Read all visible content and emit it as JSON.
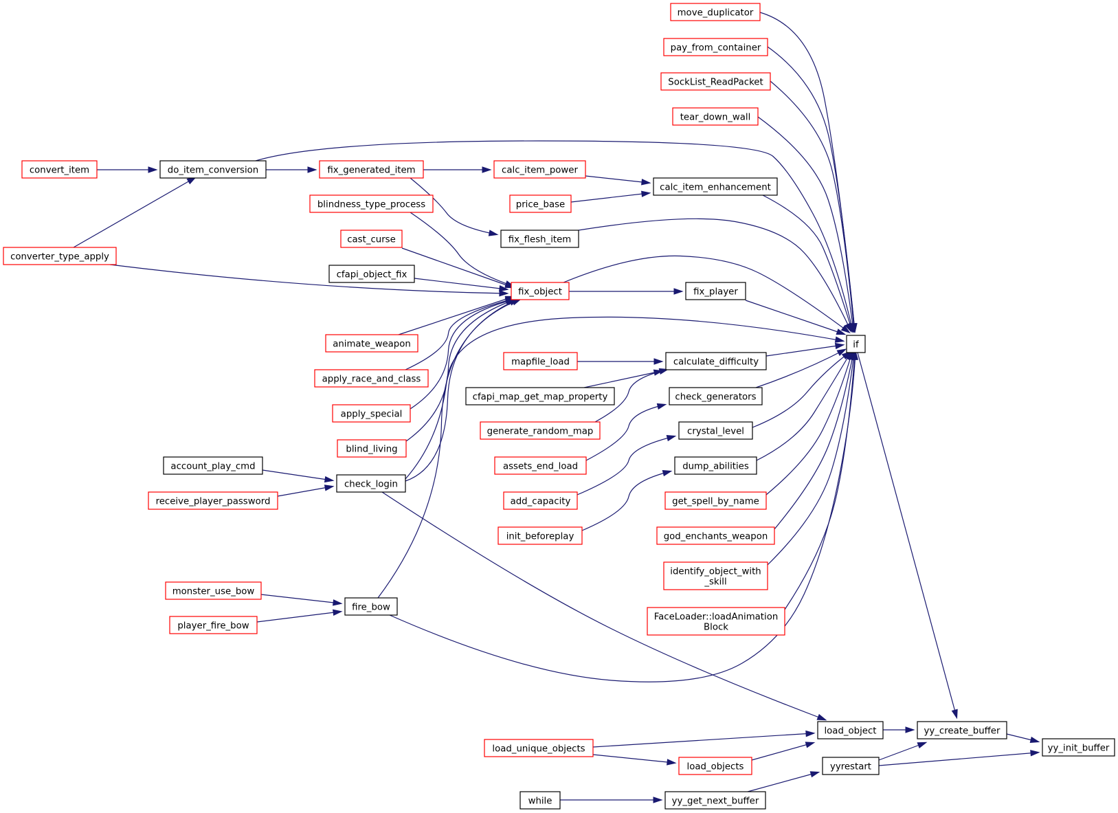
{
  "diagram": {
    "nodes": [
      {
        "id": "yy_init_buffer",
        "lines": [
          "yy_init_buffer"
        ],
        "style": "focus"
      },
      {
        "id": "yy_create_buffer",
        "lines": [
          "yy_create_buffer"
        ],
        "style": "black"
      },
      {
        "id": "yyrestart",
        "lines": [
          "yyrestart"
        ],
        "style": "black"
      },
      {
        "id": "load_object",
        "lines": [
          "load_object"
        ],
        "style": "black"
      },
      {
        "id": "if",
        "lines": [
          "if"
        ],
        "style": "black"
      },
      {
        "id": "yy_get_next_buffer",
        "lines": [
          "yy_get_next_buffer"
        ],
        "style": "black"
      },
      {
        "id": "while",
        "lines": [
          "while"
        ],
        "style": "black"
      },
      {
        "id": "load_objects",
        "lines": [
          "load_objects"
        ],
        "style": "red"
      },
      {
        "id": "load_unique_objects",
        "lines": [
          "load_unique_objects"
        ],
        "style": "red"
      },
      {
        "id": "move_duplicator",
        "lines": [
          "move_duplicator"
        ],
        "style": "red"
      },
      {
        "id": "pay_from_container",
        "lines": [
          "pay_from_container"
        ],
        "style": "red"
      },
      {
        "id": "SockList_ReadPacket",
        "lines": [
          "SockList_ReadPacket"
        ],
        "style": "red"
      },
      {
        "id": "tear_down_wall",
        "lines": [
          "tear_down_wall"
        ],
        "style": "red"
      },
      {
        "id": "calc_item_enhancement",
        "lines": [
          "calc_item_enhancement"
        ],
        "style": "black"
      },
      {
        "id": "fix_flesh_item",
        "lines": [
          "fix_flesh_item"
        ],
        "style": "black"
      },
      {
        "id": "fix_player",
        "lines": [
          "fix_player"
        ],
        "style": "black"
      },
      {
        "id": "calculate_difficulty",
        "lines": [
          "calculate_difficulty"
        ],
        "style": "black"
      },
      {
        "id": "check_generators",
        "lines": [
          "check_generators"
        ],
        "style": "black"
      },
      {
        "id": "crystal_level",
        "lines": [
          "crystal_level"
        ],
        "style": "black"
      },
      {
        "id": "dump_abilities",
        "lines": [
          "dump_abilities"
        ],
        "style": "black"
      },
      {
        "id": "get_spell_by_name",
        "lines": [
          "get_spell_by_name"
        ],
        "style": "red"
      },
      {
        "id": "god_enchants_weapon",
        "lines": [
          "god_enchants_weapon"
        ],
        "style": "red"
      },
      {
        "id": "identify_object_with_skill",
        "lines": [
          "identify_object_with",
          "_skill"
        ],
        "style": "red"
      },
      {
        "id": "loadAnimationBlock",
        "lines": [
          "FaceLoader::loadAnimation",
          "Block"
        ],
        "style": "red"
      },
      {
        "id": "calc_item_power",
        "lines": [
          "calc_item_power"
        ],
        "style": "red"
      },
      {
        "id": "price_base",
        "lines": [
          "price_base"
        ],
        "style": "red"
      },
      {
        "id": "fix_object",
        "lines": [
          "fix_object"
        ],
        "style": "red"
      },
      {
        "id": "mapfile_load",
        "lines": [
          "mapfile_load"
        ],
        "style": "red"
      },
      {
        "id": "cfapi_map_get_map_property",
        "lines": [
          "cfapi_map_get_map_property"
        ],
        "style": "black"
      },
      {
        "id": "generate_random_map",
        "lines": [
          "generate_random_map"
        ],
        "style": "red"
      },
      {
        "id": "assets_end_load",
        "lines": [
          "assets_end_load"
        ],
        "style": "red"
      },
      {
        "id": "add_capacity",
        "lines": [
          "add_capacity"
        ],
        "style": "red"
      },
      {
        "id": "init_beforeplay",
        "lines": [
          "init_beforeplay"
        ],
        "style": "red"
      },
      {
        "id": "fix_generated_item",
        "lines": [
          "fix_generated_item"
        ],
        "style": "red"
      },
      {
        "id": "do_item_conversion",
        "lines": [
          "do_item_conversion"
        ],
        "style": "black"
      },
      {
        "id": "convert_item",
        "lines": [
          "convert_item"
        ],
        "style": "red"
      },
      {
        "id": "converter_type_apply",
        "lines": [
          "converter_type_apply"
        ],
        "style": "red"
      },
      {
        "id": "blindness_type_process",
        "lines": [
          "blindness_type_process"
        ],
        "style": "red"
      },
      {
        "id": "cast_curse",
        "lines": [
          "cast_curse"
        ],
        "style": "red"
      },
      {
        "id": "cfapi_object_fix",
        "lines": [
          "cfapi_object_fix"
        ],
        "style": "black"
      },
      {
        "id": "animate_weapon",
        "lines": [
          "animate_weapon"
        ],
        "style": "red"
      },
      {
        "id": "apply_race_and_class",
        "lines": [
          "apply_race_and_class"
        ],
        "style": "red"
      },
      {
        "id": "apply_special",
        "lines": [
          "apply_special"
        ],
        "style": "red"
      },
      {
        "id": "blind_living",
        "lines": [
          "blind_living"
        ],
        "style": "red"
      },
      {
        "id": "check_login",
        "lines": [
          "check_login"
        ],
        "style": "black"
      },
      {
        "id": "account_play_cmd",
        "lines": [
          "account_play_cmd"
        ],
        "style": "black"
      },
      {
        "id": "receive_player_password",
        "lines": [
          "receive_player_password"
        ],
        "style": "red"
      },
      {
        "id": "fire_bow",
        "lines": [
          "fire_bow"
        ],
        "style": "black"
      },
      {
        "id": "monster_use_bow",
        "lines": [
          "monster_use_bow"
        ],
        "style": "red"
      },
      {
        "id": "player_fire_bow",
        "lines": [
          "player_fire_bow"
        ],
        "style": "red"
      }
    ],
    "edges": [
      {
        "from": "yy_create_buffer",
        "to": "yy_init_buffer"
      },
      {
        "from": "yyrestart",
        "to": "yy_init_buffer"
      },
      {
        "from": "load_object",
        "to": "yy_create_buffer"
      },
      {
        "from": "if",
        "to": "yy_create_buffer"
      },
      {
        "from": "yyrestart",
        "to": "yy_create_buffer"
      },
      {
        "from": "yy_get_next_buffer",
        "to": "yyrestart"
      },
      {
        "from": "while",
        "to": "yy_get_next_buffer"
      },
      {
        "from": "load_objects",
        "to": "load_object"
      },
      {
        "from": "load_unique_objects",
        "to": "load_object"
      },
      {
        "from": "check_login",
        "to": "load_object"
      },
      {
        "from": "load_unique_objects",
        "to": "load_objects"
      },
      {
        "from": "move_duplicator",
        "to": "if"
      },
      {
        "from": "pay_from_container",
        "to": "if"
      },
      {
        "from": "SockList_ReadPacket",
        "to": "if"
      },
      {
        "from": "tear_down_wall",
        "to": "if"
      },
      {
        "from": "do_item_conversion",
        "to": "if"
      },
      {
        "from": "calc_item_enhancement",
        "to": "if"
      },
      {
        "from": "fix_flesh_item",
        "to": "if"
      },
      {
        "from": "fix_object",
        "to": "if"
      },
      {
        "from": "fix_player",
        "to": "if"
      },
      {
        "from": "check_login",
        "to": "if"
      },
      {
        "from": "calculate_difficulty",
        "to": "if"
      },
      {
        "from": "check_generators",
        "to": "if"
      },
      {
        "from": "crystal_level",
        "to": "if"
      },
      {
        "from": "dump_abilities",
        "to": "if"
      },
      {
        "from": "get_spell_by_name",
        "to": "if"
      },
      {
        "from": "god_enchants_weapon",
        "to": "if"
      },
      {
        "from": "identify_object_with_skill",
        "to": "if"
      },
      {
        "from": "loadAnimationBlock",
        "to": "if"
      },
      {
        "from": "fire_bow",
        "to": "if"
      },
      {
        "from": "calc_item_power",
        "to": "calc_item_enhancement"
      },
      {
        "from": "price_base",
        "to": "calc_item_enhancement"
      },
      {
        "from": "fix_generated_item",
        "to": "calc_item_power"
      },
      {
        "from": "do_item_conversion",
        "to": "fix_generated_item"
      },
      {
        "from": "convert_item",
        "to": "do_item_conversion"
      },
      {
        "from": "converter_type_apply",
        "to": "do_item_conversion"
      },
      {
        "from": "fix_generated_item",
        "to": "fix_flesh_item"
      },
      {
        "from": "fix_object",
        "to": "fix_player"
      },
      {
        "from": "blindness_type_process",
        "to": "fix_object"
      },
      {
        "from": "cast_curse",
        "to": "fix_object"
      },
      {
        "from": "cfapi_object_fix",
        "to": "fix_object"
      },
      {
        "from": "converter_type_apply",
        "to": "fix_object"
      },
      {
        "from": "animate_weapon",
        "to": "fix_object"
      },
      {
        "from": "apply_race_and_class",
        "to": "fix_object"
      },
      {
        "from": "apply_special",
        "to": "fix_object"
      },
      {
        "from": "blind_living",
        "to": "fix_object"
      },
      {
        "from": "check_login",
        "to": "fix_object"
      },
      {
        "from": "fire_bow",
        "to": "fix_object"
      },
      {
        "from": "mapfile_load",
        "to": "calculate_difficulty"
      },
      {
        "from": "cfapi_map_get_map_property",
        "to": "calculate_difficulty"
      },
      {
        "from": "generate_random_map",
        "to": "calculate_difficulty"
      },
      {
        "from": "assets_end_load",
        "to": "check_generators"
      },
      {
        "from": "add_capacity",
        "to": "crystal_level"
      },
      {
        "from": "init_beforeplay",
        "to": "dump_abilities"
      },
      {
        "from": "account_play_cmd",
        "to": "check_login"
      },
      {
        "from": "receive_player_password",
        "to": "check_login"
      },
      {
        "from": "monster_use_bow",
        "to": "fire_bow"
      },
      {
        "from": "player_fire_bow",
        "to": "fire_bow"
      }
    ],
    "colors": {
      "edge": "#191970",
      "red_border": "#ff0000",
      "black_border": "#000000",
      "focus_fill": "#bfbfbf",
      "node_fill": "#ffffff"
    }
  }
}
